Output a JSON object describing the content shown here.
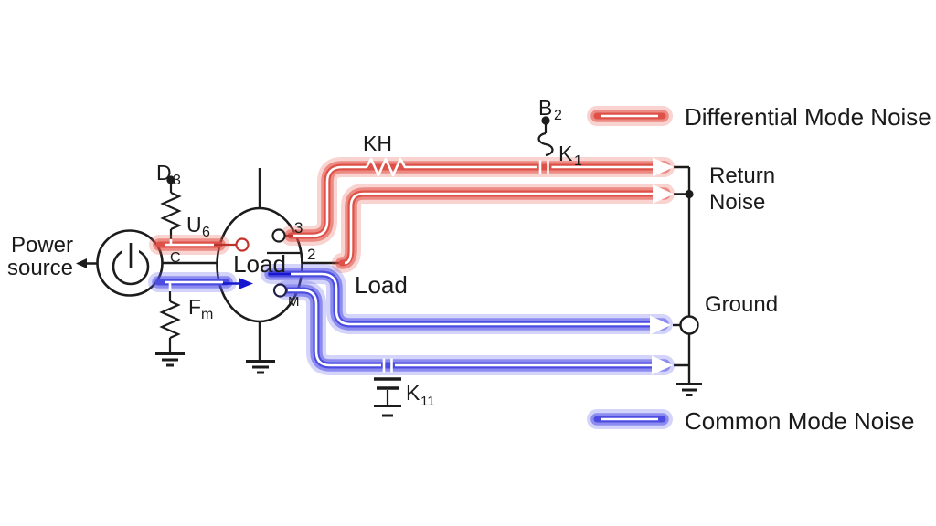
{
  "labels": {
    "power_line1": "Power",
    "power_line2": "source",
    "load_center": "Load",
    "load_right": "Load",
    "return_line1": "Return",
    "return_line2": "Noise",
    "ground": "Ground"
  },
  "legend": {
    "differential": {
      "label": "Differential Mode Noise",
      "color": "#dd5148"
    },
    "common": {
      "label": "Common Mode Noise",
      "color": "#4c4ce0"
    }
  },
  "components": {
    "d3": {
      "base": "D",
      "sub": "3"
    },
    "u6": {
      "base": "U",
      "sub": "6"
    },
    "fm": {
      "base": "F",
      "sub": "m"
    },
    "kh": {
      "base": "KH",
      "sub": ""
    },
    "b2": {
      "base": "B",
      "sub": "2"
    },
    "k1": {
      "base": "K",
      "sub": "1"
    },
    "k11": {
      "base": "K",
      "sub": "11"
    }
  },
  "terminals": {
    "c": "C",
    "t3": "3",
    "t2": "2",
    "m": "M"
  },
  "colors": {
    "wire": "#1c1c1c",
    "differential_noise": "#dd5148",
    "common_mode_noise": "#4c4ce0",
    "background": "#ffffff"
  }
}
